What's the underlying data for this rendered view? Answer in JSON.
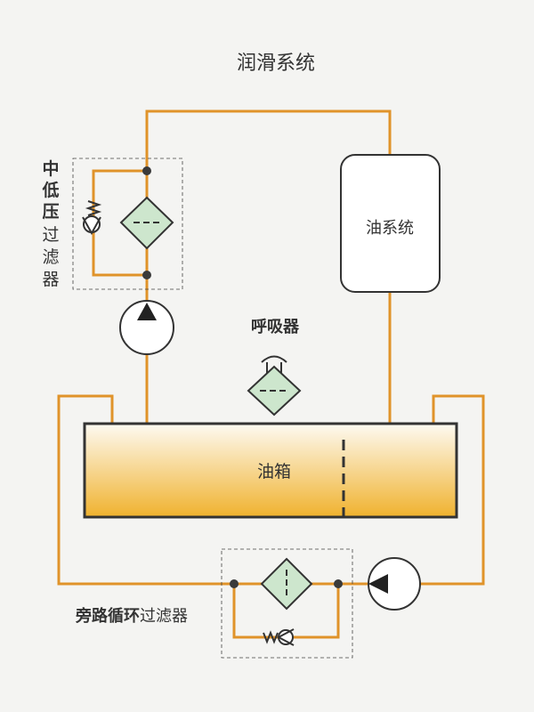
{
  "title": "润滑系统",
  "oil_system_label": "油系统",
  "tank_label": "油箱",
  "breather_label": "呼吸器",
  "low_pressure_filter": {
    "bold_chars": [
      "中",
      "低",
      "压"
    ],
    "normal_chars": [
      "过",
      "滤",
      "器"
    ]
  },
  "bypass_filter": {
    "bold": "旁路循环",
    "normal": "过滤器"
  },
  "colors": {
    "pipe": "#e0932a",
    "filter_fill": "#cde6cd",
    "tank_top": "#fdfaf2",
    "tank_bottom": "#f0b22e",
    "background": "#f4f4f2"
  }
}
